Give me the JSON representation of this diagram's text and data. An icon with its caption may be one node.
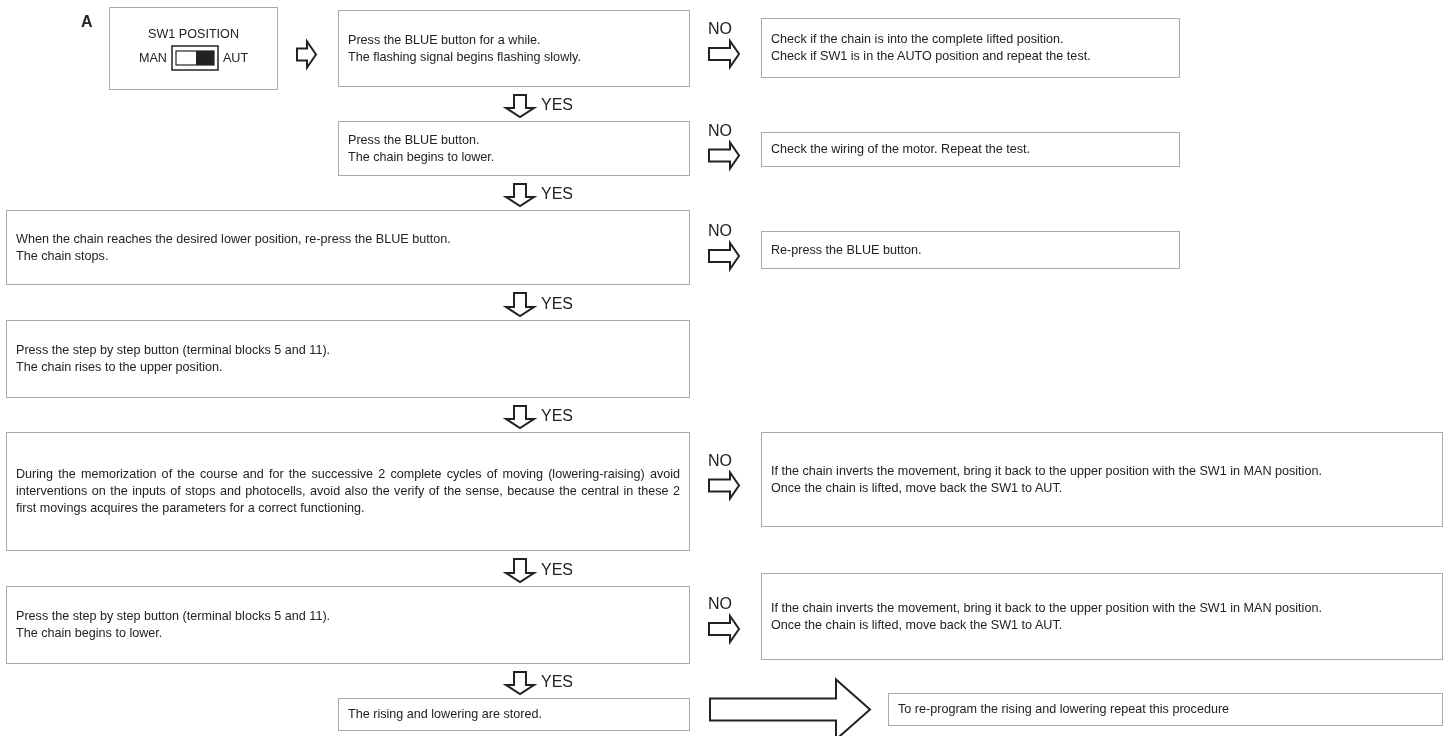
{
  "diagram": {
    "nodes": [
      {
        "text": [
          "SW1 POSITION",
          "MAN",
          "AUT"
        ],
        "beside": [
          "A"
        ]
      },
      {
        "text": [
          "Press the BLUE button for a while.",
          "The flashing signal begins flashing slowly."
        ]
      },
      {
        "text": [
          "Check if the chain is into the complete lifted position.",
          "Check if SW1 is in the AUTO position and repeat the test."
        ]
      },
      {
        "text": [
          "Press the BLUE button.",
          "The chain begins to lower."
        ]
      },
      {
        "text": [
          "Check the wiring of the motor. Repeat the test."
        ]
      },
      {
        "text": [
          "When the chain reaches the desired lower position, re-press the BLUE button.",
          "The chain stops."
        ]
      },
      {
        "text": [
          "Re-press the BLUE button."
        ]
      },
      {
        "text": [
          "Press the step by step button (terminal blocks 5 and 11).",
          "The chain rises to the upper position."
        ]
      },
      {
        "text": [
          "During the memorization of the course and for the successive 2 complete cycles of moving (lowering-raising) avoid interventions on the inputs of stops and photocells, avoid also the verify of the sense, because the central in these 2 first movings acquires the parameters for a correct functioning."
        ]
      },
      {
        "text": [
          "If the chain inverts the movement, bring it back to the upper position with the SW1 in MAN position.",
          "Once the chain is lifted, move back the SW1 to AUT."
        ]
      },
      {
        "text": [
          "Press the step by step button (terminal blocks 5 and 11).",
          "The chain begins to lower."
        ]
      },
      {
        "text": [
          "If the chain inverts the movement, bring it back to the upper position with the SW1 in MAN position.",
          "Once the chain is lifted, move back the SW1 to AUT."
        ]
      },
      {
        "text": [
          "The rising and lowering are stored."
        ]
      },
      {
        "text": [
          "To re-program the rising and lowering repeat this procedure"
        ]
      }
    ],
    "edges": [
      {
        "from": 0,
        "to": 1,
        "arrow": "to"
      },
      {
        "from": 1,
        "to": 2,
        "arrow": "to",
        "label": "NO"
      },
      {
        "from": 1,
        "to": 3,
        "arrow": "to",
        "label": "YES"
      },
      {
        "from": 3,
        "to": 4,
        "arrow": "to",
        "label": "NO"
      },
      {
        "from": 3,
        "to": 5,
        "arrow": "to",
        "label": "YES"
      },
      {
        "from": 5,
        "to": 6,
        "arrow": "to",
        "label": "NO"
      },
      {
        "from": 5,
        "to": 7,
        "arrow": "to",
        "label": "YES"
      },
      {
        "from": 7,
        "to": 8,
        "arrow": "to",
        "label": "YES"
      },
      {
        "from": 8,
        "to": 9,
        "arrow": "to",
        "label": "NO"
      },
      {
        "from": 8,
        "to": 10,
        "arrow": "to",
        "label": "YES"
      },
      {
        "from": 10,
        "to": 11,
        "arrow": "to",
        "label": "NO"
      },
      {
        "from": 10,
        "to": 12,
        "arrow": "to",
        "label": "YES"
      },
      {
        "from": 12,
        "to": 13,
        "arrow": "to",
        "style": "thick"
      }
    ]
  }
}
